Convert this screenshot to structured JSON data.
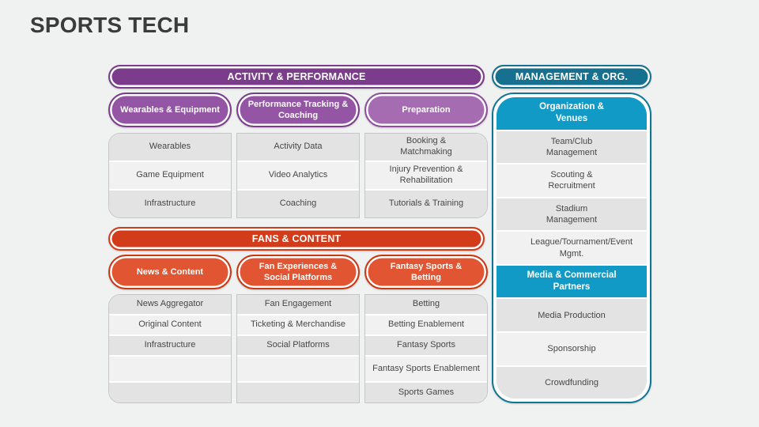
{
  "title": "SPORTS TECH",
  "colors": {
    "slide_bg": "#f0f1f1",
    "title_text": "#3b3b3b",
    "cell_text": "#474747",
    "row_dark": "#e3e3e3",
    "row_light": "#f1f1f1",
    "block_border": "#c6c6c6",
    "purple_header": "#7b3c8b",
    "purple_sub": "#9455a4",
    "purple_sub_light": "#a56cb2",
    "purple_ring": "#7b3c8b",
    "purple_light_ring": "#8f4f9e",
    "red_header": "#d33c1a",
    "red_sub": "#e25532",
    "red_ring": "#c93812",
    "teal_header": "#15718f",
    "teal_border": "#0e7695",
    "blue_subheader": "#129ac7"
  },
  "sections": [
    {
      "header": "ACTIVITY & PERFORMANCE",
      "columns": [
        {
          "pill": "Wearables & Equipment",
          "items": [
            "Wearables",
            "Game Equipment",
            "Infrastructure"
          ]
        },
        {
          "pill": "Performance Tracking & Coaching",
          "items": [
            "Activity Data",
            "Video Analytics",
            "Coaching"
          ]
        },
        {
          "pill": "Preparation",
          "items": [
            "Booking & Matchmaking",
            "Injury Prevention & Rehabilitation",
            "Tutorials & Training"
          ]
        }
      ]
    },
    {
      "header": "FANS & CONTENT",
      "columns": [
        {
          "pill": "News & Content",
          "items": [
            "News Aggregator",
            "Original Content",
            "Infrastructure",
            "",
            ""
          ]
        },
        {
          "pill": "Fan Experiences & Social Platforms",
          "items": [
            "Fan Engagement",
            "Ticketing & Merchandise",
            "Social Platforms",
            "",
            ""
          ]
        },
        {
          "pill": "Fantasy Sports & Betting",
          "items": [
            "Betting",
            "Betting Enablement",
            "Fantasy Sports",
            "Fantasy Sports Enablement",
            "Sports Games"
          ]
        }
      ]
    }
  ],
  "management": {
    "header": "MANAGEMENT & ORG.",
    "groups": [
      {
        "title": "Organization & Venues",
        "items": [
          "Team/Club Management",
          "Scouting & Recruitment",
          "Stadium Management",
          "League/Tournament/Event Mgmt."
        ]
      },
      {
        "title": "Media & Commercial Partners",
        "items": [
          "Media Production",
          "Sponsorship",
          "Crowdfunding"
        ]
      }
    ]
  }
}
